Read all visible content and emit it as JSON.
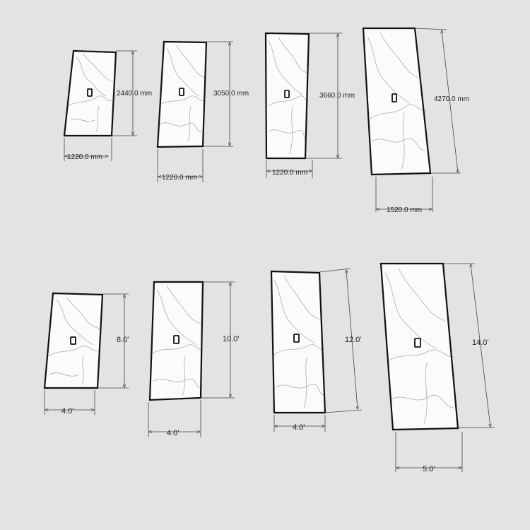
{
  "colors": {
    "background": "#e3e3e1",
    "slab_fill": "#fbfbfb",
    "slab_outline": "#111111",
    "vein": "#9a9a9a",
    "dimension_line": "#444444"
  },
  "metric_row": {
    "slabs": [
      {
        "width_label": "1220.0 mm",
        "height_label": "2440.0 mm"
      },
      {
        "width_label": "1220.0 mm",
        "height_label": "3050.0 mm"
      },
      {
        "width_label": "1220.0 mm",
        "height_label": "3660.0 mm"
      },
      {
        "width_label": "1520.0 mm",
        "height_label": "4270.0 mm"
      }
    ]
  },
  "imperial_row": {
    "slabs": [
      {
        "width_label": "4.0'",
        "height_label": "8.0'"
      },
      {
        "width_label": "4.0'",
        "height_label": "10.0'"
      },
      {
        "width_label": "4.0'",
        "height_label": "12.0'"
      },
      {
        "width_label": "5.0'",
        "height_label": "14.0'"
      }
    ]
  }
}
